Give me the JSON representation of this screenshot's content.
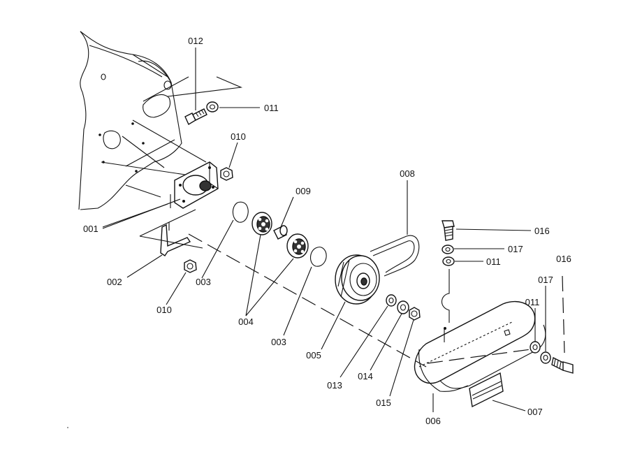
{
  "diagram": {
    "callouts": [
      {
        "id": "012",
        "text": "012"
      },
      {
        "id": "011a",
        "text": "011"
      },
      {
        "id": "010a",
        "text": "010"
      },
      {
        "id": "001",
        "text": "001"
      },
      {
        "id": "009",
        "text": "009"
      },
      {
        "id": "008",
        "text": "008"
      },
      {
        "id": "016a",
        "text": "016"
      },
      {
        "id": "017a",
        "text": "017"
      },
      {
        "id": "011b",
        "text": "011"
      },
      {
        "id": "016b",
        "text": "016"
      },
      {
        "id": "017b",
        "text": "017"
      },
      {
        "id": "011c",
        "text": "011"
      },
      {
        "id": "002",
        "text": "002"
      },
      {
        "id": "003a",
        "text": "003"
      },
      {
        "id": "010b",
        "text": "010"
      },
      {
        "id": "004",
        "text": "004"
      },
      {
        "id": "003b",
        "text": "003"
      },
      {
        "id": "005",
        "text": "005"
      },
      {
        "id": "013",
        "text": "013"
      },
      {
        "id": "014",
        "text": "014"
      },
      {
        "id": "015",
        "text": "015"
      },
      {
        "id": "006",
        "text": "006"
      },
      {
        "id": "007",
        "text": "007"
      }
    ]
  }
}
